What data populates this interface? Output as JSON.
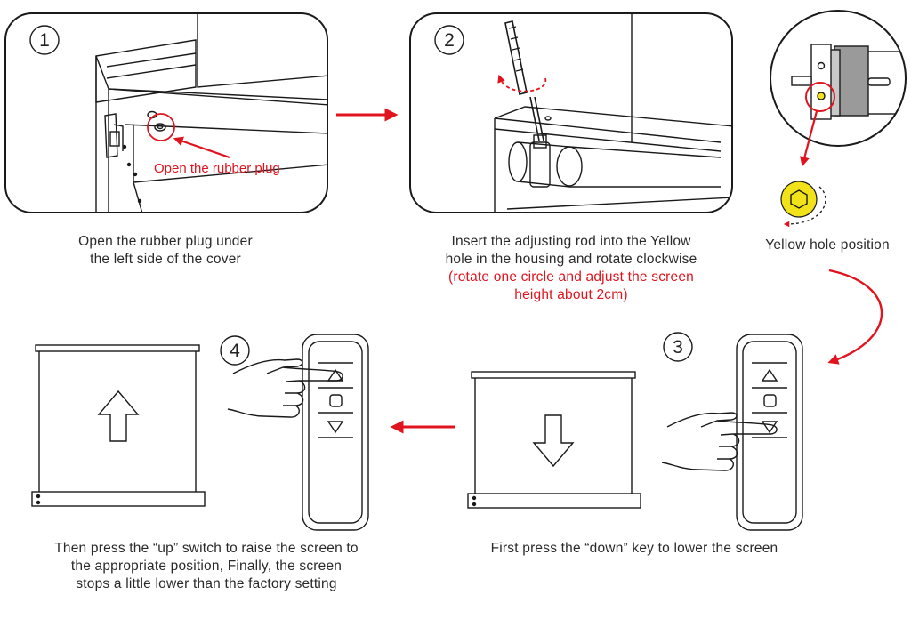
{
  "steps": {
    "step1": {
      "number": "1",
      "callout": "Open the rubber plug",
      "caption": [
        "Open the rubber plug under",
        "the left side of the cover"
      ]
    },
    "step2": {
      "number": "2",
      "caption": [
        "Insert the adjusting rod into the Yellow",
        "hole in the housing and rotate clockwise"
      ],
      "note": [
        "(rotate one circle and adjust the screen",
        "height about 2cm)"
      ]
    },
    "detail": {
      "caption": "Yellow hole position"
    },
    "step3": {
      "number": "3",
      "caption": "First press the “down” key to lower the screen"
    },
    "step4": {
      "number": "4",
      "caption": [
        "Then press the “up” switch to raise the screen to",
        "the appropriate position, Finally, the screen",
        "stops a little lower than the factory setting"
      ]
    }
  },
  "colors": {
    "accent_red": "#e0141e",
    "yellow": "#f2e21a",
    "line": "#1a1a1a"
  },
  "icons": {
    "up": "up-triangle-icon",
    "stop": "stop-square-icon",
    "down": "down-triangle-icon"
  }
}
